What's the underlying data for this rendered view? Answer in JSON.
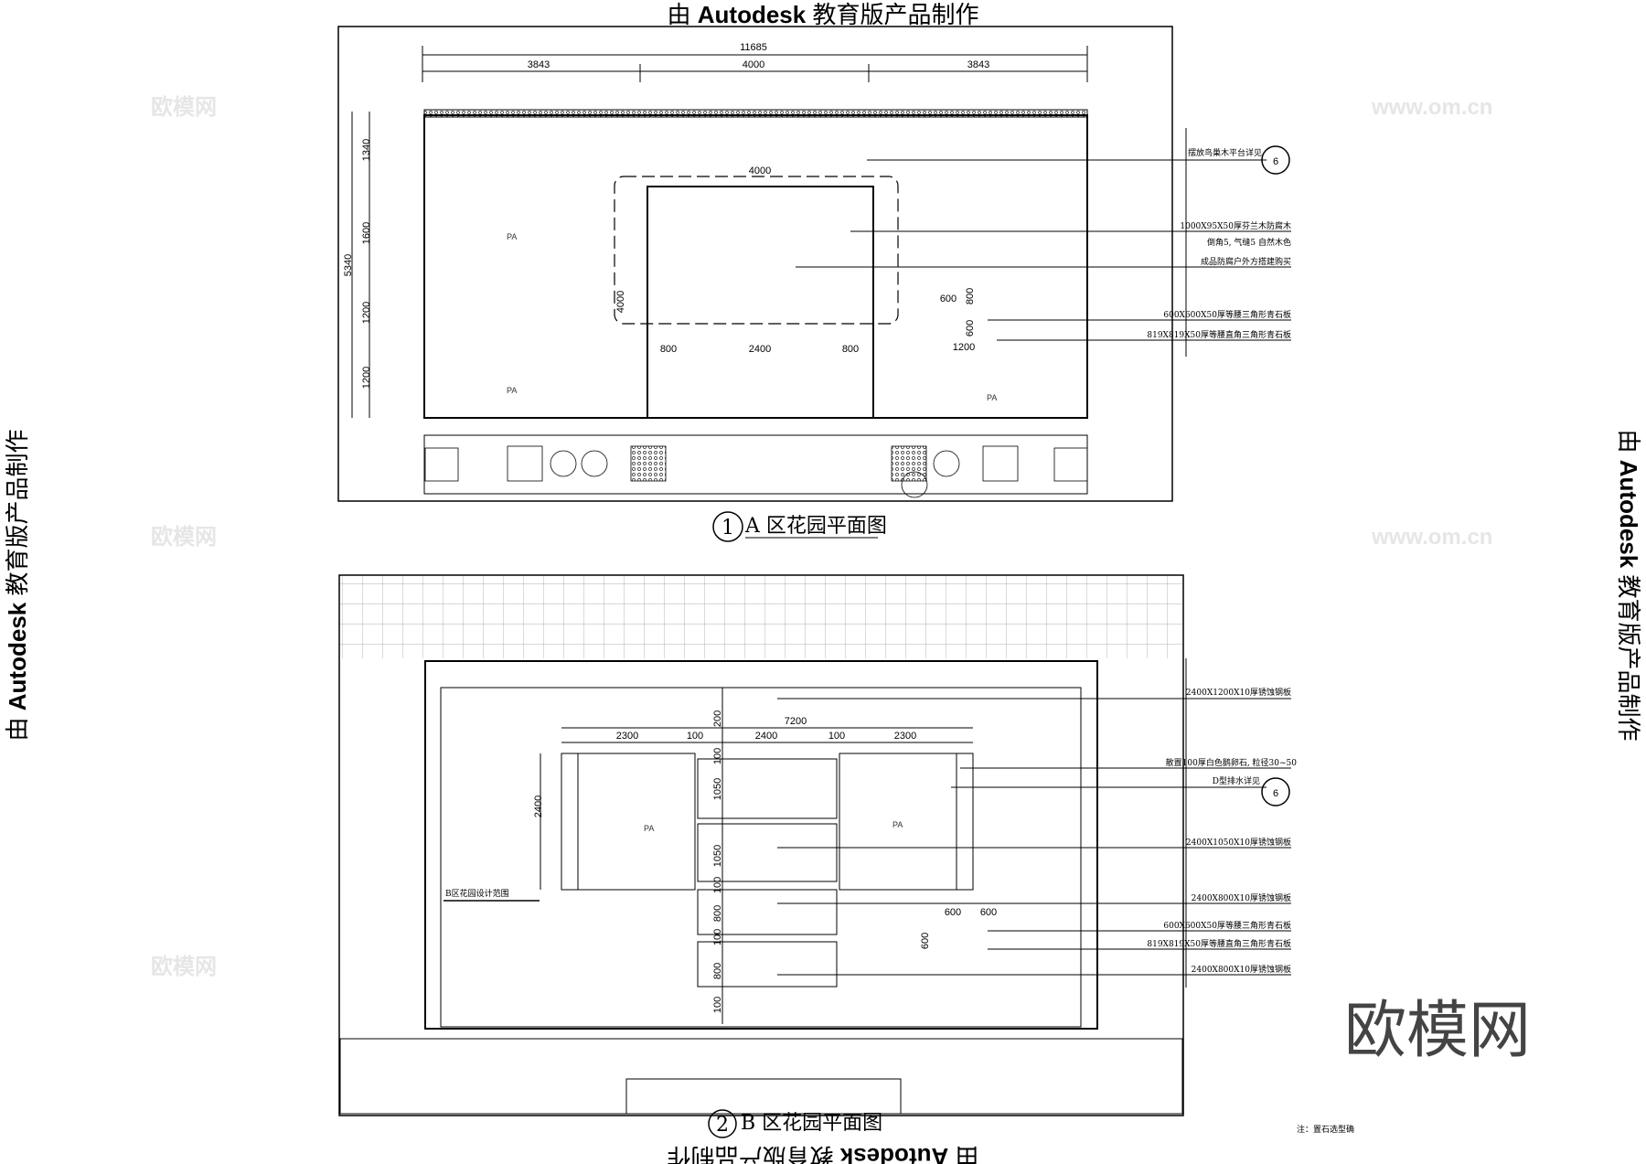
{
  "watermark": "由 Autodesk 教育版产品制作",
  "watermark_parts": {
    "pre": "由 ",
    "brand": "Autodesk",
    "post": " 教育版产品制作"
  },
  "site_watermark": "欧模网",
  "site_url": "www.om.cn",
  "logo": "欧模网",
  "plan_a": {
    "number": "1",
    "title": "A 区花园平面图",
    "dims_top": {
      "total": "11685",
      "left": "3843",
      "mid": "4000",
      "right": "3843"
    },
    "dims_left": {
      "total": "5340",
      "d1": "1340",
      "d2": "1600",
      "d3": "1200",
      "d4": "1200"
    },
    "inner": {
      "w": "4000",
      "h": "4000",
      "a": "800",
      "b": "2400",
      "c": "800",
      "s1": "600",
      "s2": "800",
      "s3": "600",
      "s4": "1200"
    },
    "pa": "PA",
    "annotations": [
      "摆放鸟巢木平台详见",
      "1000X95X50厚芬兰木防腐木",
      "倒角5, 气缝5 自然木色",
      "成品防腐户外方搭建购买",
      "600X600X50厚等腰三角形青石板",
      "819X819X50厚等腰直角三角形青石板"
    ],
    "detail_ref": "6"
  },
  "plan_b": {
    "number": "2",
    "title": "B 区花园平面图",
    "dims_top": {
      "total": "7200",
      "a": "2300",
      "b": "100",
      "c": "2400",
      "d": "100",
      "e": "2300"
    },
    "dims_col": [
      "200",
      "100",
      "1050",
      "1050",
      "100",
      "800",
      "100",
      "800",
      "100"
    ],
    "dim_left": "2400",
    "dims_tri": {
      "a": "600",
      "b": "600",
      "c": "600"
    },
    "pa": "PA",
    "scope_label": "B区花园设计范围",
    "annotations": [
      "2400X1200X10厚锈蚀钢板",
      "散置100厚白色鹅卵石, 粒径30~50",
      "D型排水详见",
      "2400X1050X10厚锈蚀钢板",
      "2400X800X10厚锈蚀钢板",
      "600X600X50厚等腰三角形青石板",
      "819X819X50厚等腰直角三角形青石板",
      "2400X800X10厚锈蚀钢板"
    ],
    "detail_ref": "6"
  },
  "note": "注：置石选型确"
}
